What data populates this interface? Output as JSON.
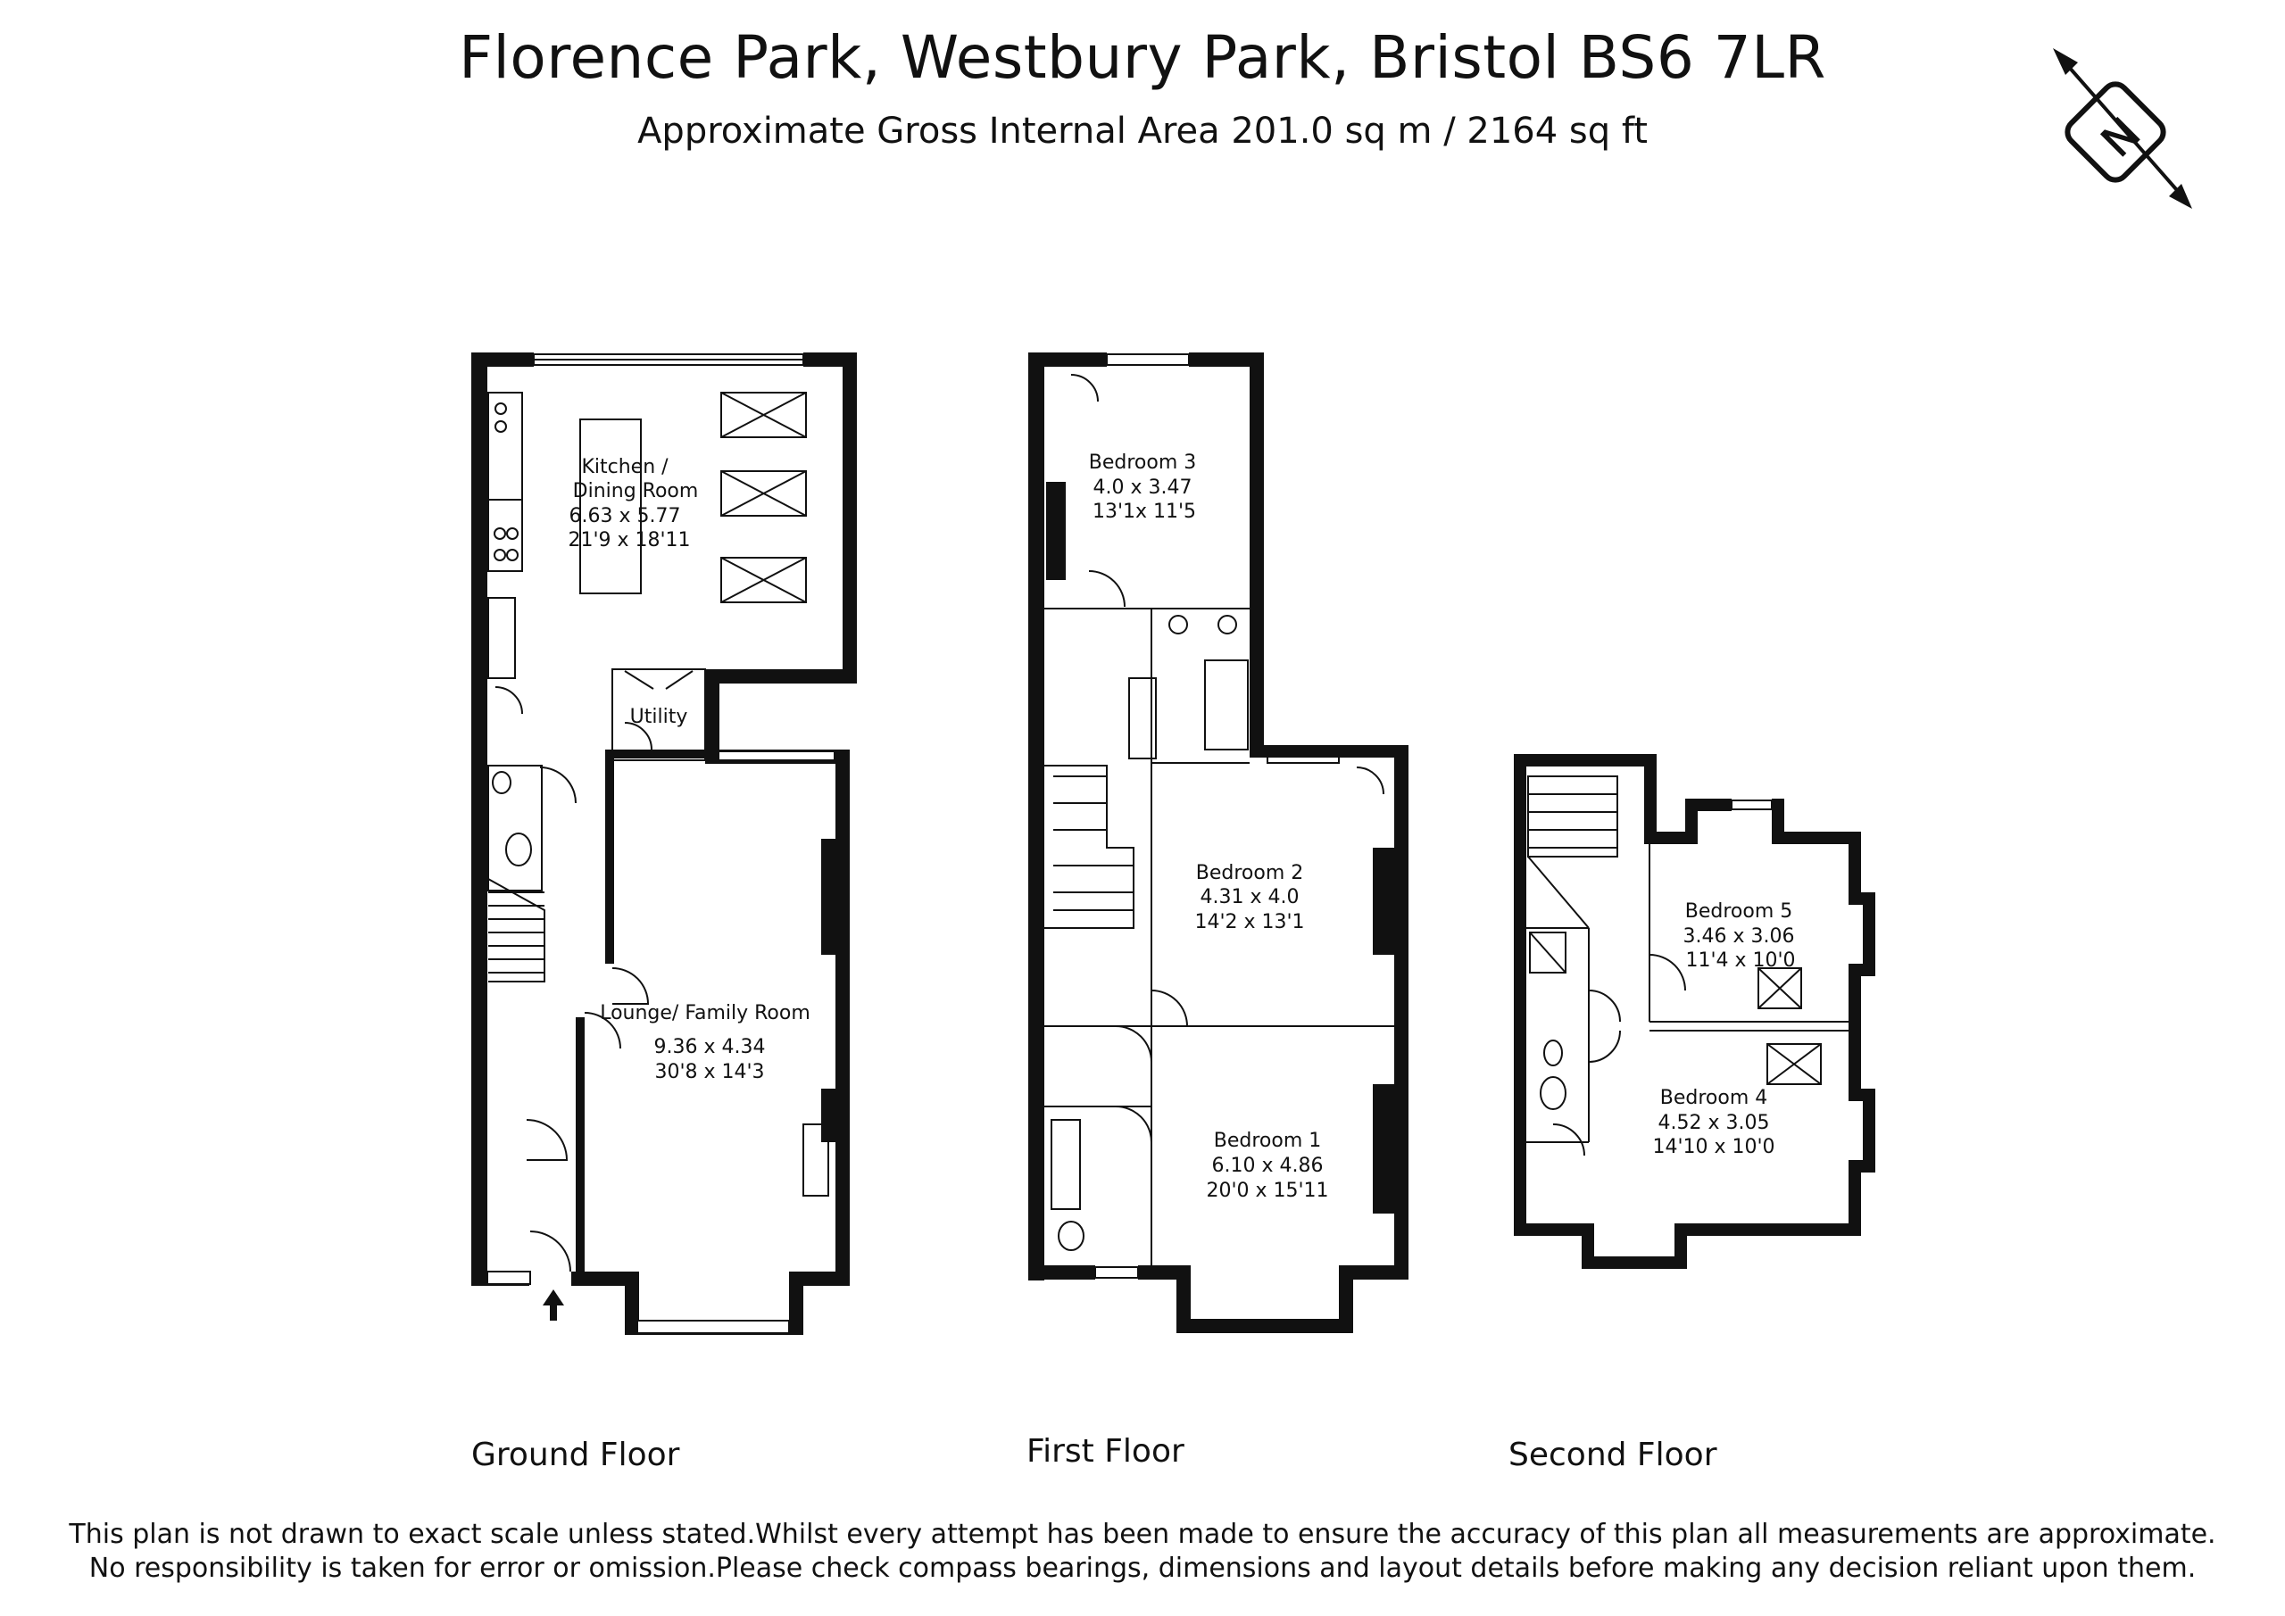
{
  "header": {
    "title": "Florence Park, Westbury Park, Bristol  BS6 7LR",
    "subtitle": "Approximate Gross Internal Area 201.0 sq m / 2164 sq ft"
  },
  "compass": {
    "letter": "N"
  },
  "floors": [
    {
      "label": "Ground Floor"
    },
    {
      "label": "First Floor"
    },
    {
      "label": "Second Floor"
    }
  ],
  "rooms": {
    "kitchen": {
      "line1": "Kitchen  /",
      "line2": "Dining Room",
      "metric": "6.63 x 5.77",
      "imperial": "21'9 x 18'11"
    },
    "utility": {
      "name": "Utility"
    },
    "lounge": {
      "name": "Lounge/ Family Room",
      "metric": "9.36 x 4.34",
      "imperial": "30'8 x 14'3"
    },
    "bedroom3": {
      "name": "Bedroom 3",
      "metric": "4.0 x 3.47",
      "imperial": "13'1x 11'5"
    },
    "bedroom2": {
      "name": "Bedroom 2",
      "metric": "4.31 x 4.0",
      "imperial": "14'2 x 13'1"
    },
    "bedroom1": {
      "name": "Bedroom 1",
      "metric": "6.10 x 4.86",
      "imperial": "20'0 x 15'11"
    },
    "bedroom5": {
      "name": "Bedroom 5",
      "metric": "3.46 x 3.06",
      "imperial": "11'4 x 10'0"
    },
    "bedroom4": {
      "name": "Bedroom 4",
      "metric": "4.52 x 3.05",
      "imperial": "14'10 x 10'0"
    }
  },
  "footer": {
    "line1": "This plan is not drawn to exact scale unless stated.Whilst every attempt has been made to ensure the accuracy of this plan all measurements are approximate.",
    "line2": "No responsibility is taken for error or omission.Please check compass bearings, dimensions and layout details before making any decision reliant upon them."
  }
}
